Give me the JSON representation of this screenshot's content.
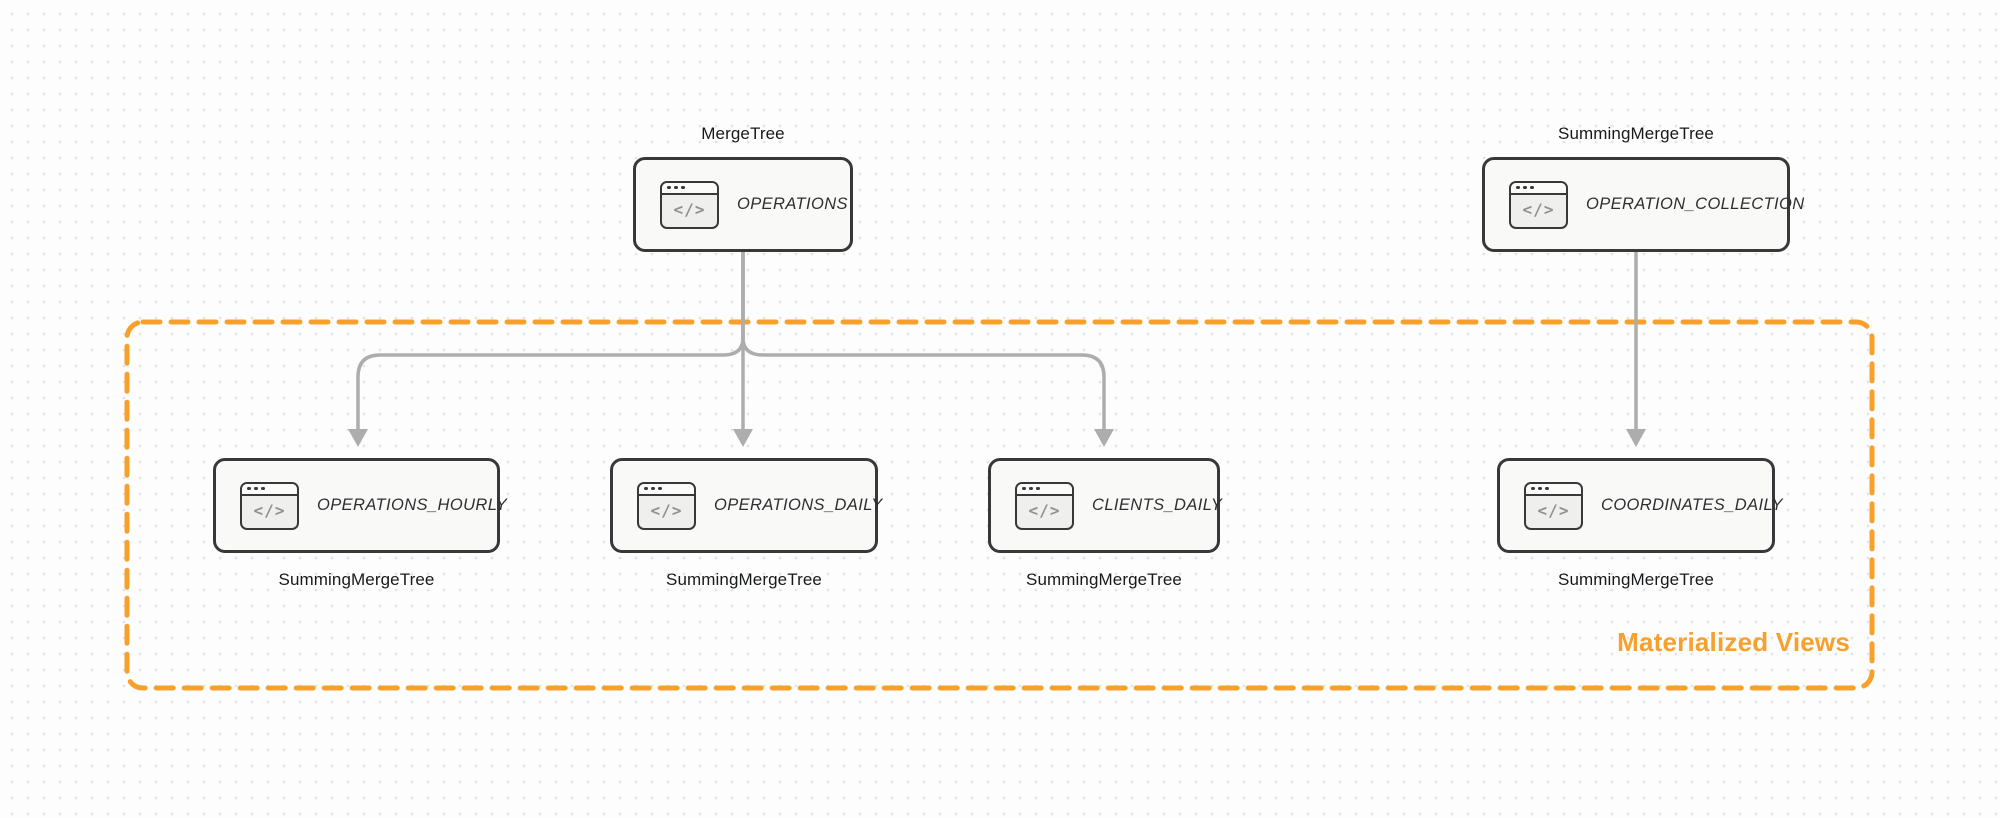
{
  "diagram": {
    "group": {
      "label": "Materialized Views"
    },
    "icons": {
      "node_icon": "code-window",
      "glyph": "</>"
    },
    "colors": {
      "background": "#fdfdfd",
      "dot_grid": "#e3e3e3",
      "node_border": "#37383a",
      "node_fill": "#f9f9f8",
      "edge": "#adadad",
      "accent_orange": "#f7a02b"
    },
    "nodes": [
      {
        "id": "operations",
        "title": "OPERATIONS",
        "engine": "MergeTree",
        "engine_position": "top",
        "in_group": false
      },
      {
        "id": "operation_collection",
        "title": "OPERATION_COLLECTION",
        "engine": "SummingMergeTree",
        "engine_position": "top",
        "in_group": false
      },
      {
        "id": "operations_hourly",
        "title": "OPERATIONS_HOURLY",
        "engine": "SummingMergeTree",
        "engine_position": "bottom",
        "in_group": true
      },
      {
        "id": "operations_daily",
        "title": "OPERATIONS_DAILY",
        "engine": "SummingMergeTree",
        "engine_position": "bottom",
        "in_group": true
      },
      {
        "id": "clients_daily",
        "title": "CLIENTS_DAILY",
        "engine": "SummingMergeTree",
        "engine_position": "bottom",
        "in_group": true
      },
      {
        "id": "coordinates_daily",
        "title": "COORDINATES_DAILY",
        "engine": "SummingMergeTree",
        "engine_position": "bottom",
        "in_group": true
      }
    ],
    "edges": [
      {
        "from": "operations",
        "to": "operations_hourly"
      },
      {
        "from": "operations",
        "to": "operations_daily"
      },
      {
        "from": "operations",
        "to": "clients_daily"
      },
      {
        "from": "operation_collection",
        "to": "coordinates_daily"
      }
    ]
  }
}
